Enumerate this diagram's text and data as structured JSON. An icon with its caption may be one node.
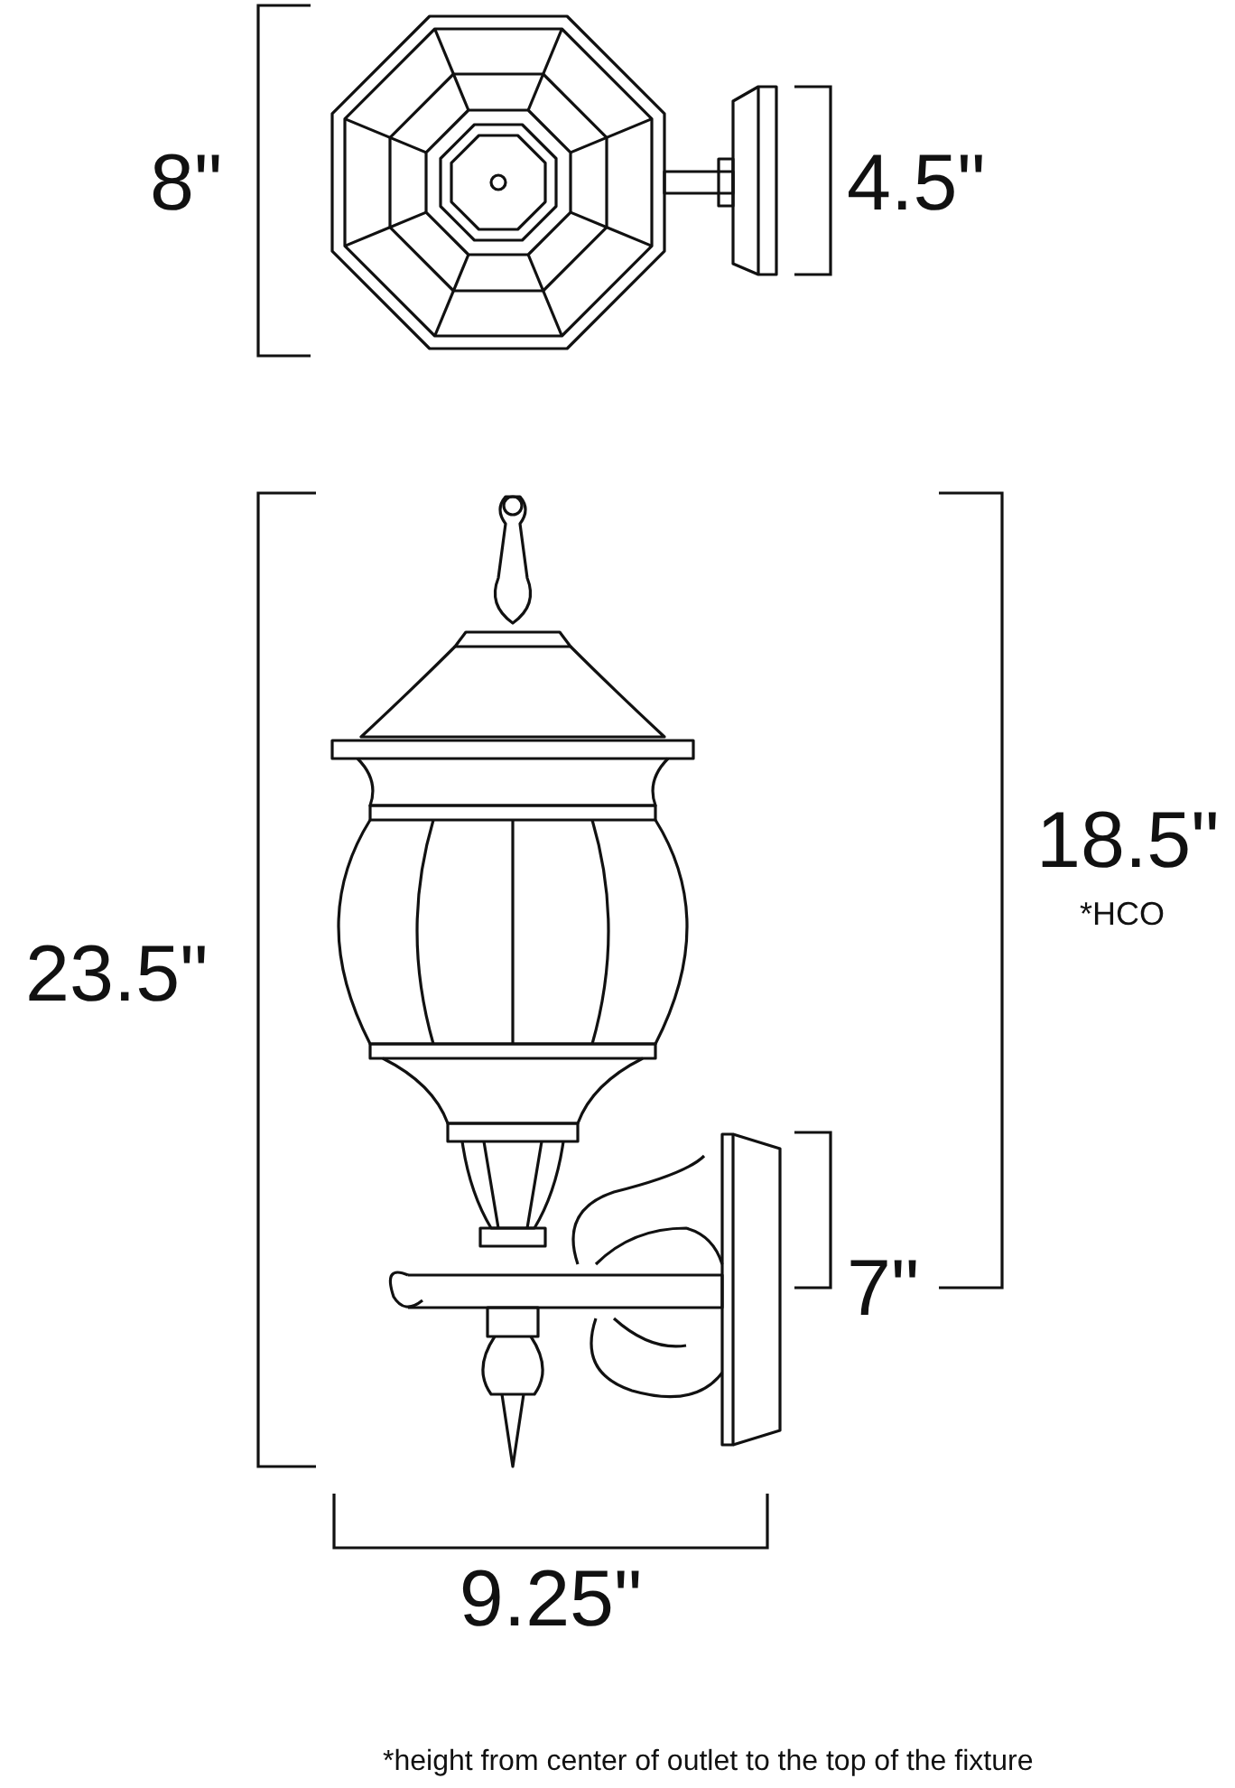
{
  "diagram": {
    "labels": [
      "8\"",
      "4.5\"",
      "18.5\"",
      "*HCO",
      "23.5\"",
      "7\"",
      "9.25\"",
      "*height from center of outlet to the top of the fixture"
    ]
  }
}
